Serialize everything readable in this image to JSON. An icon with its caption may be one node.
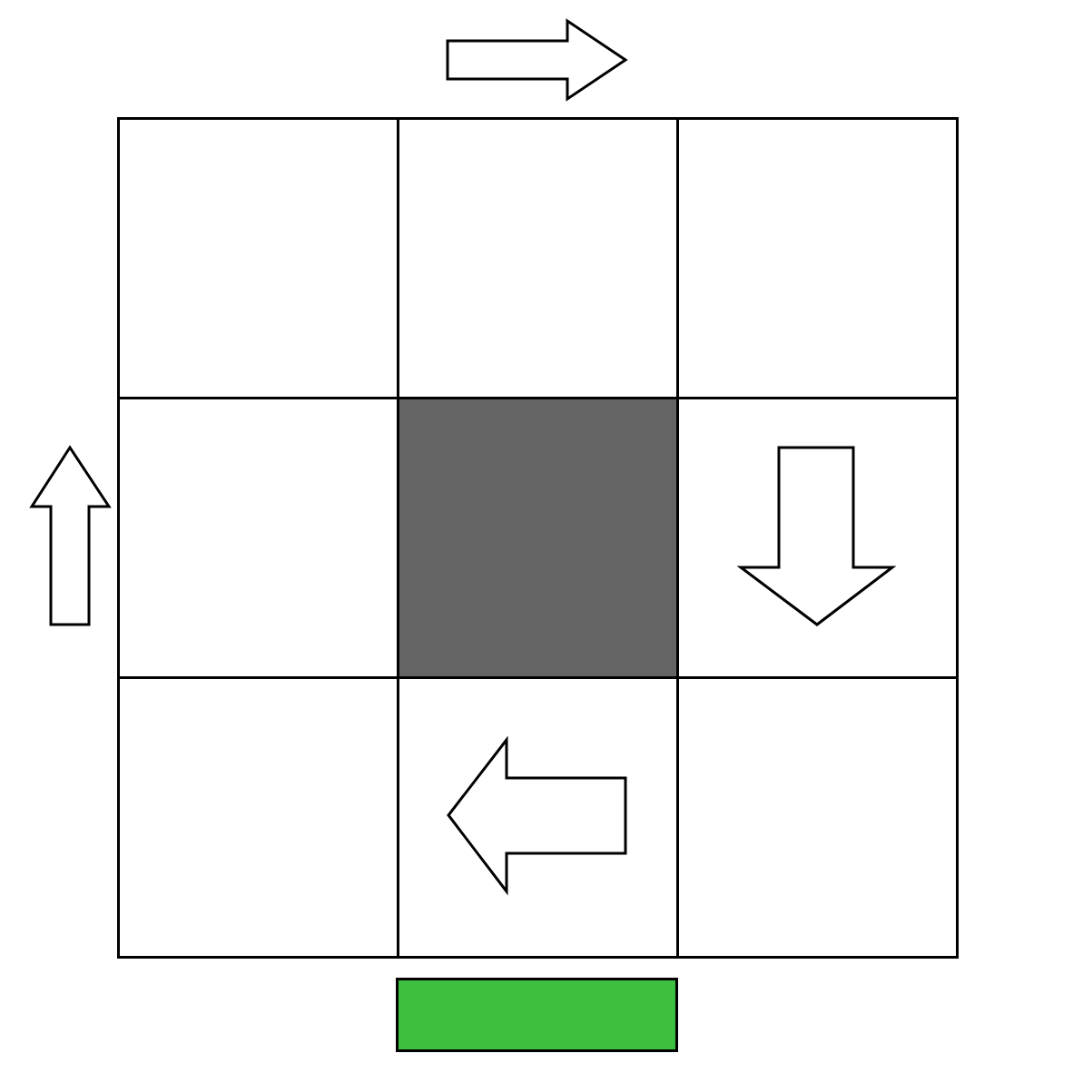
{
  "diagram": {
    "nodes": [
      {
        "text": [],
        "shape": "box"
      },
      {
        "text": [],
        "shape": "box"
      },
      {
        "text": [],
        "shape": "box"
      },
      {
        "text": [],
        "shape": "box"
      },
      {
        "text": [],
        "shape": "box"
      },
      {
        "text": [],
        "shape": "box"
      },
      {
        "text": [],
        "shape": "box"
      },
      {
        "text": [],
        "shape": "box"
      },
      {
        "text": [],
        "shape": "box"
      },
      {
        "text": [],
        "shape": "bar"
      }
    ]
  }
}
